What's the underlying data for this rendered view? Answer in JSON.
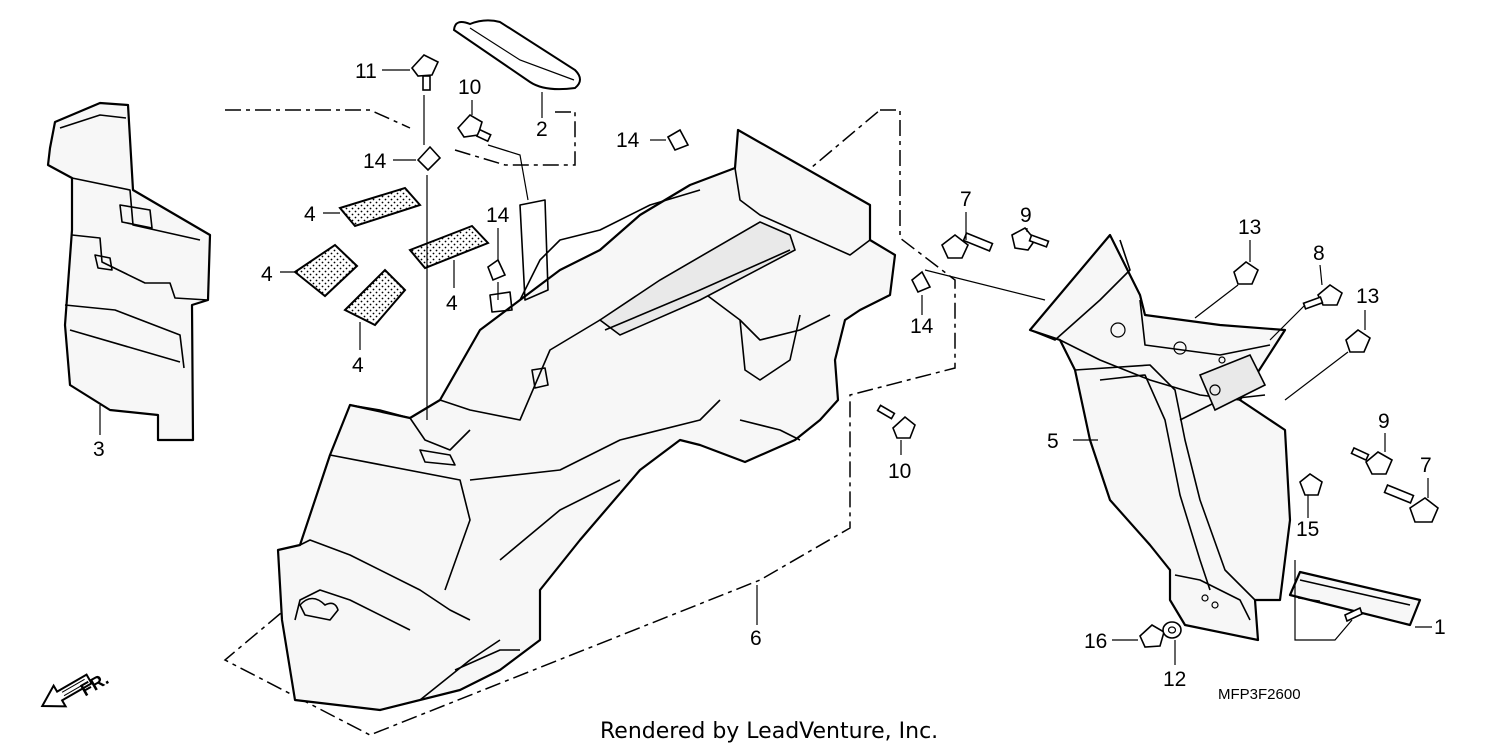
{
  "callouts": {
    "c1": "1",
    "c2": "2",
    "c3": "3",
    "c4a": "4",
    "c4b": "4",
    "c4c": "4",
    "c4d": "4",
    "c5": "5",
    "c6": "6",
    "c7a": "7",
    "c7b": "7",
    "c8": "8",
    "c9a": "9",
    "c9b": "9",
    "c10a": "10",
    "c10b": "10",
    "c11": "11",
    "c12": "12",
    "c13a": "13",
    "c13b": "13",
    "c14a": "14",
    "c14b": "14",
    "c14c": "14",
    "c14d": "14",
    "c15": "15",
    "c16": "16"
  },
  "diagram_code": "MFP3F2600",
  "credit": "Rendered by LeadVenture, Inc.",
  "front_marker": "FR."
}
